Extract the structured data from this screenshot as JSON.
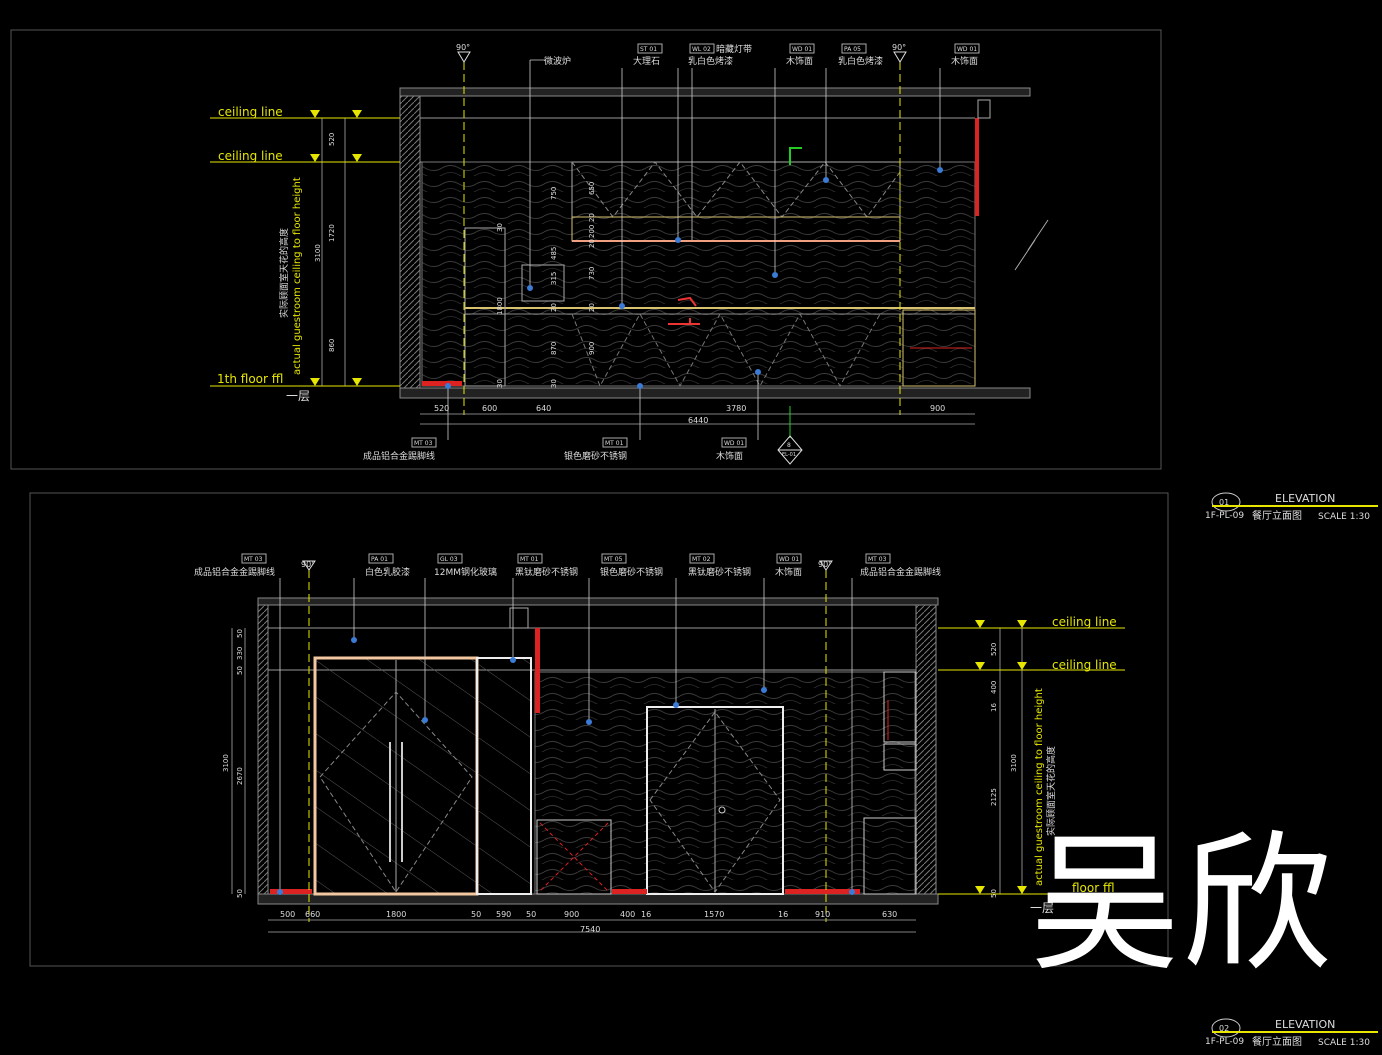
{
  "top": {
    "ceiling_labels": [
      "ceiling line",
      "ceiling line"
    ],
    "floor_label": "1th floor ffl",
    "floor_cn": "一层",
    "vertical_label": "actual guestroom ceiling to floor height",
    "vertical_cn": "实际顾面室天花的高度",
    "left_dims": [
      "520",
      "1720",
      "860",
      "3100"
    ],
    "angle": [
      "90°",
      "90°"
    ],
    "callouts": [
      {
        "code": "",
        "text": "微波炉"
      },
      {
        "code": "ST 01",
        "text": "大理石"
      },
      {
        "code": "WL 02",
        "text": "暗藏灯带",
        "text2": "乳白色烤漆"
      },
      {
        "code": "WD 01",
        "text": "木饰面"
      },
      {
        "code": "PA 05",
        "text": "乳白色烤漆"
      },
      {
        "code": "WD 01",
        "text": "木饰面"
      }
    ],
    "inner_dims": [
      "750",
      "650",
      "20",
      "200",
      "20",
      "485",
      "315",
      "20",
      "730",
      "20",
      "1800",
      "870",
      "900",
      "30",
      "30",
      "30"
    ],
    "bottom_dims": [
      "520",
      "600",
      "640",
      "3780",
      "900",
      "6440"
    ],
    "bottom_callouts": [
      {
        "code": "MT 03",
        "text": "成品铝合金踢脚线"
      },
      {
        "code": "MT 01",
        "text": "银色磨砂不锈钢"
      },
      {
        "code": "WD 01",
        "text": "木饰面"
      }
    ],
    "section_mark": "8",
    "section_ref": "EL-01"
  },
  "bottom": {
    "callouts": [
      {
        "code": "MT 03",
        "text": "成品铝合金金踢脚线"
      },
      {
        "code": "PA 01",
        "text": "白色乳胶漆"
      },
      {
        "code": "GL 03",
        "text": "12MM钢化玻璃"
      },
      {
        "code": "MT 01",
        "text": "黑钛磨砂不锈钢"
      },
      {
        "code": "MT 05",
        "text": "银色磨砂不锈钢"
      },
      {
        "code": "MT 02",
        "text": "黑钛磨砂不锈钢"
      },
      {
        "code": "WD 01",
        "text": "木饰面"
      },
      {
        "code": "MT 03",
        "text": "成品铝合金金踢脚线"
      }
    ],
    "angle": [
      "90°",
      "90°"
    ],
    "ceiling_labels": [
      "ceiling line",
      "ceiling line"
    ],
    "floor_label": "floor ffl",
    "floor_cn": "一层",
    "vertical_label": "actual guestroom ceiling to floor height",
    "vertical_cn": "实际顾面室天花的高度",
    "left_dims": [
      "50",
      "330",
      "50",
      "2670",
      "3100",
      "50"
    ],
    "right_dims": [
      "520",
      "400",
      "16",
      "2125",
      "3100",
      "50"
    ],
    "bottom_dims": [
      "500",
      "660",
      "1800",
      "50",
      "590",
      "50",
      "900",
      "400",
      "16",
      "1570",
      "16",
      "910",
      "630",
      "7540"
    ]
  },
  "titles": [
    {
      "num": "01",
      "sheet": "1F-PL-09",
      "title": "ELEVATION",
      "cn": "餐厅立面图",
      "scale": "SCALE 1:30"
    },
    {
      "num": "02",
      "sheet": "1F-PL-09",
      "title": "ELEVATION",
      "cn": "餐厅立面图",
      "scale": "SCALE 1:30"
    }
  ],
  "watermark": "吴欣",
  "colors": {
    "background": "#000000",
    "frame": "#5a5a5a",
    "yellow": "#e6e600",
    "blue": "#3a7bd5",
    "red": "#d22",
    "white": "#e8e8e8"
  }
}
